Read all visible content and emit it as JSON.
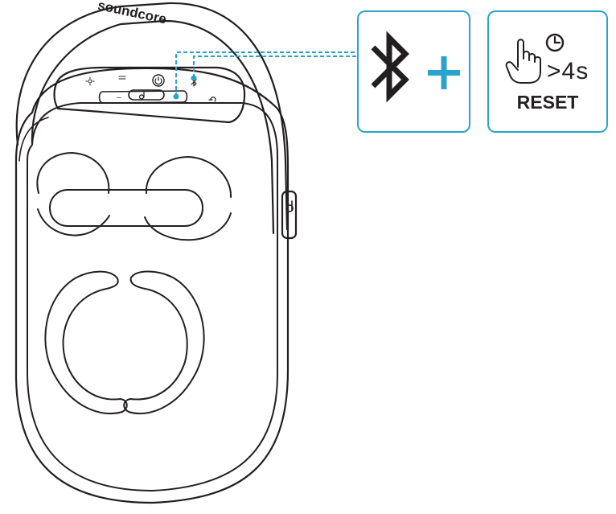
{
  "brand": {
    "logo_text": "soundcore"
  },
  "speaker": {
    "top_buttons": [
      "light",
      "bass",
      "power",
      "minus",
      "play",
      "plus",
      "bluetooth",
      "party"
    ]
  },
  "callouts": {
    "bluetooth": {
      "icon": "bluetooth-icon",
      "operator": "+"
    },
    "reset": {
      "icon": "press-and-hold-hand-icon",
      "clock_icon": "clock-icon",
      "duration": ">4s",
      "label": "RESET"
    }
  },
  "colors": {
    "line": "#231f20",
    "accent": "#2aa3cc",
    "background": "#ffffff"
  }
}
